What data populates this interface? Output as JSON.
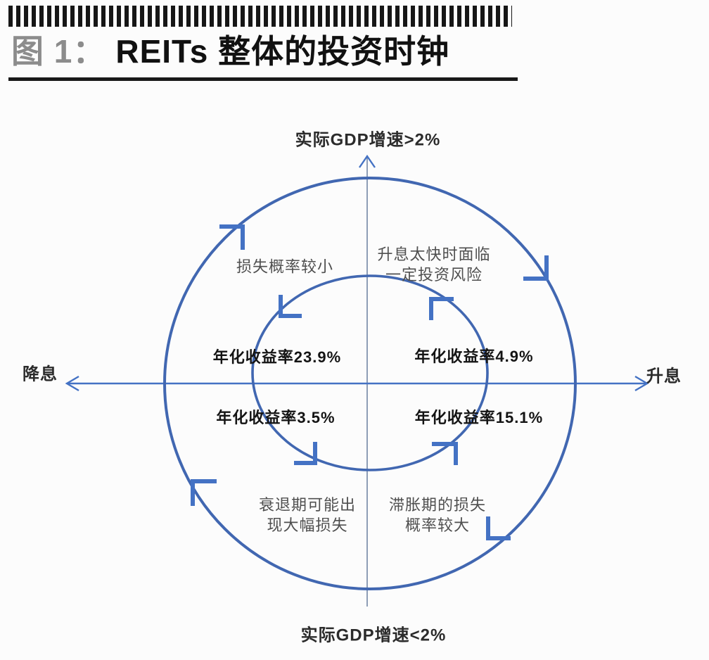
{
  "header": {
    "figure_label": "图 1：",
    "title": "REITs 整体的投资时钟"
  },
  "chart": {
    "type": "investment-clock-quadrant-diagram",
    "axes": {
      "top_label": "实际GDP增速>2%",
      "bottom_label": "实际GDP增速<2%",
      "left_label": "降息",
      "right_label": "升息"
    },
    "quadrants": {
      "top_left": {
        "description": "损失概率较小",
        "value": "年化收益率23.9%"
      },
      "top_right": {
        "description_line1": "升息太快时面临",
        "description_line2": "一定投资风险",
        "value": "年化收益率4.9%"
      },
      "bottom_left": {
        "description_line1": "衰退期可能出",
        "description_line2": "现大幅损失",
        "value": "年化收益率3.5%"
      },
      "bottom_right": {
        "description_line1": "滞胀期的损失",
        "description_line2": "概率较大",
        "value": "年化收益率15.1%"
      }
    },
    "rotation": {
      "outer_circle": "clockwise",
      "inner_circle": "counter-clockwise"
    },
    "colors": {
      "circle_stroke": "#4167b1",
      "direction_arrow": "#4472c4",
      "axis_arrow": "#4472c4",
      "vertical_axis_line": "#7286a4",
      "title_gray": "#8c8c8c",
      "title_black": "#111111"
    }
  }
}
